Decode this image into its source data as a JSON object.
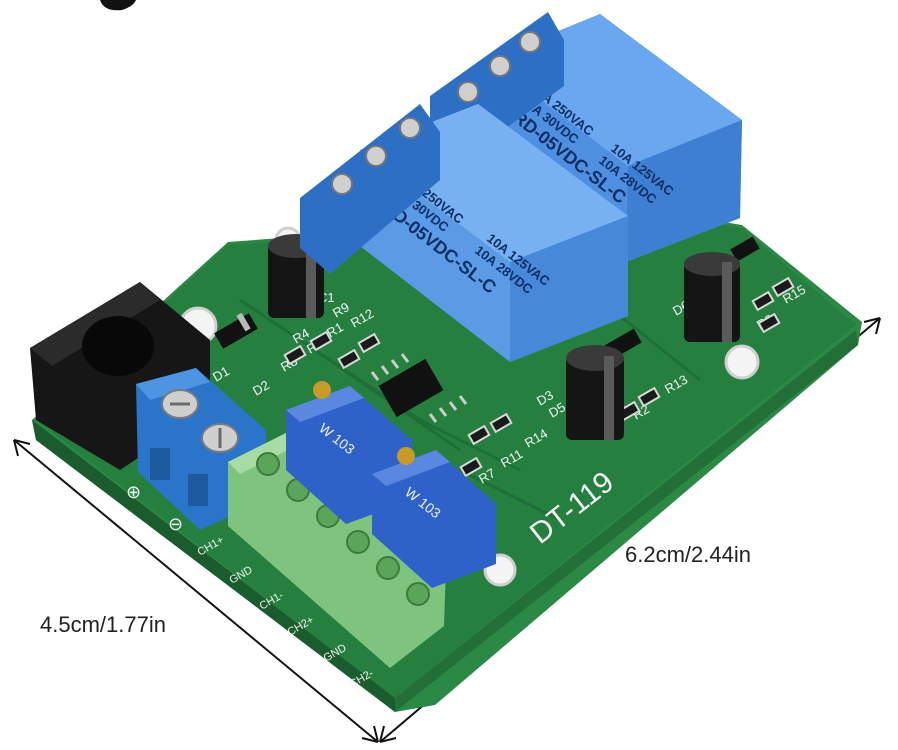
{
  "dimensions": {
    "width_label": "6.2cm/2.44in",
    "depth_label": "4.5cm/1.77in"
  },
  "board": {
    "model": "DT-119",
    "color": "#1f7a3a",
    "relays": [
      {
        "part": "SRD-05VDC-SL-C",
        "rating_1": "10A 250VAC",
        "rating_2": "10A 30VDC",
        "rating_3": "10A 125VAC",
        "rating_4": "10A 28VDC"
      },
      {
        "part": "SRD-05VDC-SL-C",
        "rating_1": "10A 250VAC",
        "rating_2": "10A 30VDC",
        "rating_3": "10A 125VAC",
        "rating_4": "10A 28VDC"
      }
    ],
    "potentiometers": [
      {
        "label": "W 103"
      },
      {
        "label": "W 103"
      }
    ],
    "terminal_labels": [
      "CH1+",
      "GND",
      "CH1-",
      "CH2+",
      "GND",
      "CH2-"
    ],
    "power_labels": [
      "⊕",
      "⊖"
    ],
    "components": [
      "C1",
      "R1",
      "R2",
      "R3",
      "R4",
      "R5",
      "R7",
      "R8",
      "R9",
      "R11",
      "R12",
      "R13",
      "R14",
      "R15",
      "D1",
      "D2",
      "D3",
      "D5",
      "D6"
    ]
  }
}
